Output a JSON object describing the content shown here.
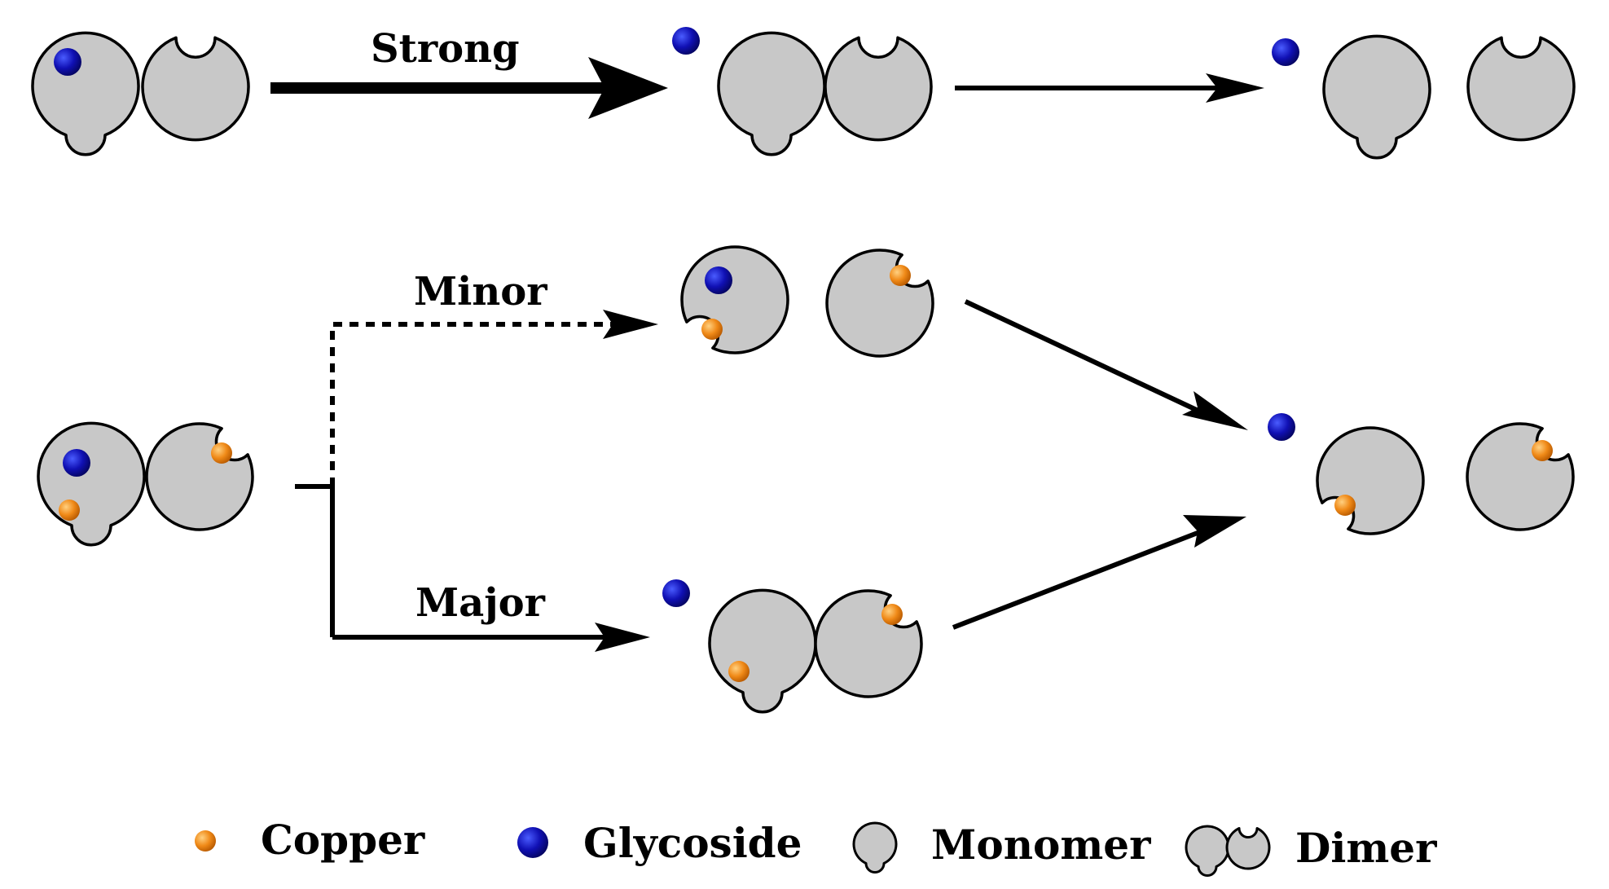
{
  "labels": {
    "strong": "Strong",
    "minor": "Minor",
    "major": "Major"
  },
  "legend": {
    "copper": "Copper",
    "glycoside": "Glycoside",
    "monomer": "Monomer",
    "dimer": "Dimer"
  },
  "colors": {
    "monomer_fill": "#c8c8c8",
    "outline": "#000000",
    "glycoside": "#1010b4",
    "copper": "#f08a18"
  }
}
